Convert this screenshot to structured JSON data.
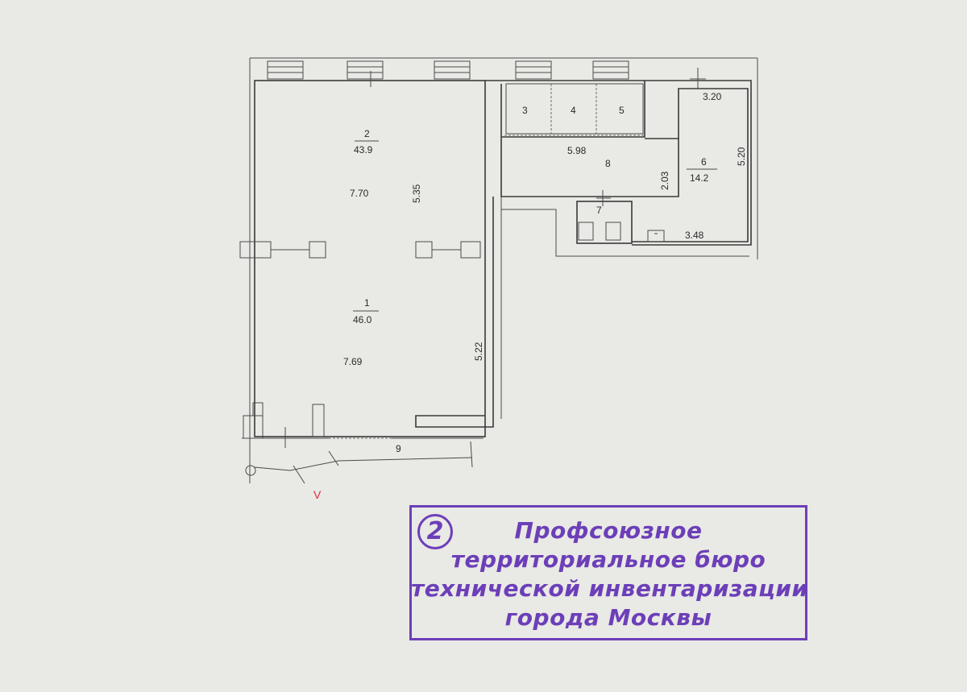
{
  "plan": {
    "rooms": [
      {
        "id": "room-2",
        "number": "2",
        "area": "43.9"
      },
      {
        "id": "room-1",
        "number": "1",
        "area": "46.0"
      },
      {
        "id": "room-3",
        "number": "3"
      },
      {
        "id": "room-4",
        "number": "4"
      },
      {
        "id": "room-5",
        "number": "5"
      },
      {
        "id": "room-6",
        "number": "6",
        "area": "14.2"
      },
      {
        "id": "room-7",
        "number": "7"
      },
      {
        "id": "room-8",
        "number": "8"
      },
      {
        "id": "room-9",
        "number": "9"
      }
    ],
    "dimensions": {
      "d_770": "7.70",
      "d_535": "5.35",
      "d_769": "7.69",
      "d_522": "5.22",
      "d_598": "5.98",
      "d_203": "2.03",
      "d_320": "3.20",
      "d_520": "5.20",
      "d_348": "3.48"
    },
    "entrance_mark": "V"
  },
  "stamp": {
    "number": "2",
    "lines": [
      "Профсоюзное",
      "территориальное бюро",
      "технической инвентаризации",
      "города Москвы"
    ],
    "color": "#6c3fb8"
  }
}
